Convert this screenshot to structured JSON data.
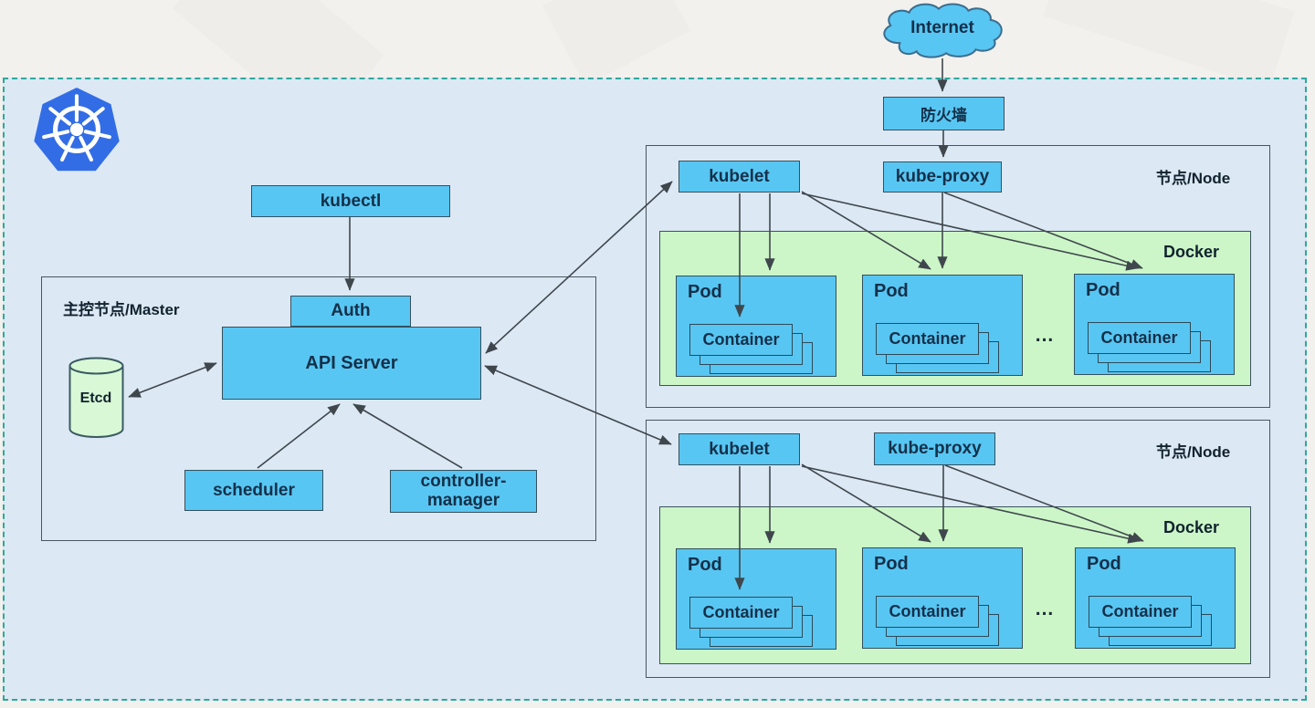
{
  "labels": {
    "internet": "Internet",
    "firewall": "防火墙",
    "master_title": "主控节点/Master",
    "kubectl": "kubectl",
    "auth": "Auth",
    "api_server": "API Server",
    "etcd": "Etcd",
    "scheduler": "scheduler",
    "controller_manager": "controller-manager",
    "node_title": "节点/Node",
    "kubelet": "kubelet",
    "kube_proxy": "kube-proxy",
    "docker": "Docker",
    "pod": "Pod",
    "container": "Container",
    "ellipsis": "..."
  },
  "colors": {
    "box_blue": "#58c6f2",
    "docker_green": "#ccf6c7",
    "etcd_green": "#d9f8d6",
    "cluster_background": "#dce8f4",
    "cluster_dashed_border": "#2ea89c",
    "kubernetes_logo_blue": "#326de6",
    "arrow": "#3f474d"
  }
}
